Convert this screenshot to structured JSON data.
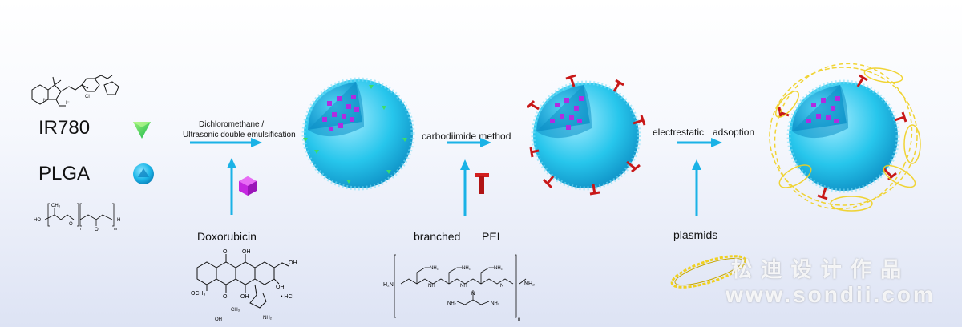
{
  "legend": {
    "ir780_label": "IR780",
    "plga_label": "PLGA",
    "ir780_struct": {
      "iodide": "I⁻",
      "chloro": "Cl"
    },
    "plga_struct": {
      "ho": "HO",
      "ch3": "CH₃",
      "o": "O",
      "h": "H",
      "n": "n",
      "m": "m"
    }
  },
  "steps": [
    {
      "line1": "Dichloromethane /",
      "line2": "Ultrasonic double emulsification"
    },
    {
      "line1": "carbodiimide method"
    },
    {
      "line1": "electrestatic",
      "line2": "adsoption"
    }
  ],
  "reagents": {
    "dox": "Doxorubicin",
    "pei_word1": "branched",
    "pei_word2": "PEI",
    "plasmids": "plasmids"
  },
  "dox_struct": {
    "o": "O",
    "oh": "OH",
    "och3": "OCH₃",
    "hcl": "• HCl",
    "nh2": "NH₂",
    "me": "CH₃"
  },
  "pei_struct": {
    "h2n": "H₂N",
    "nh2": "NH₂",
    "nh": "NH",
    "n": "N",
    "sub_n": "n"
  },
  "watermark": {
    "cn": "松 迪 设 计 作 品",
    "url": "www.sondii.com"
  },
  "colors": {
    "arrow": "#1ab2e6",
    "shell": "#27c6ec",
    "core": "#8a2be2",
    "green": "#3ddc6a",
    "pei": "#d21f1f",
    "plasmid": "#f0d020"
  }
}
